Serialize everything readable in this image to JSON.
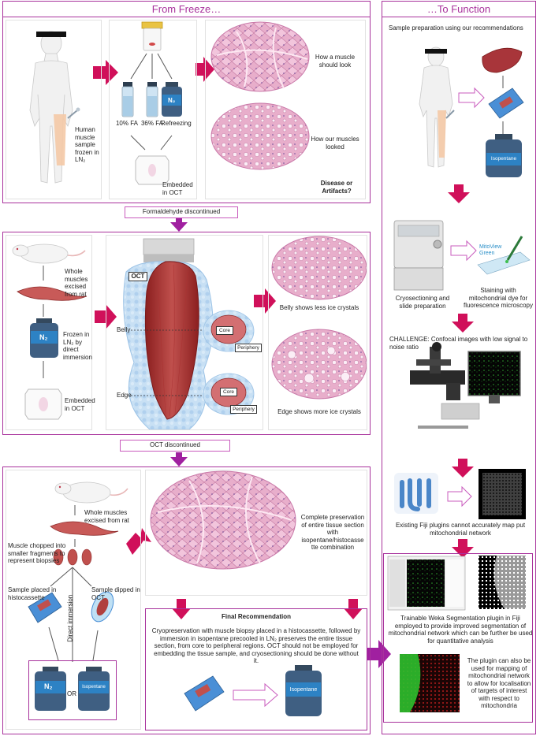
{
  "headers": {
    "left_title": "From Freeze…",
    "right_title": "…To Function"
  },
  "row1": {
    "human_label": "Human muscle sample frozen in LN₂",
    "fa10": "10% FA",
    "fa36": "36% FA",
    "refreezing": "Refreezing",
    "embedded_oct": "Embedded in OCT",
    "n2_badge": "N₂",
    "look_label": "How a muscle should look",
    "looked_label": "How our muscles looked",
    "question": "Disease or Artifacts?"
  },
  "connector1": "Formaldehyde discontinued",
  "row2": {
    "rat_label": "Whole muscles excised from rat",
    "frozen_label": "Frozen in LN₂ by direct immersion",
    "n2_badge": "N₂",
    "embedded_oct": "Embedded in OCT",
    "oct_tag": "OCT",
    "belly": "Belly",
    "edge": "Edge",
    "core": "Core",
    "periphery": "Periphery",
    "belly_result": "Belly shows less ice crystals",
    "edge_result": "Edge shows more ice crystals"
  },
  "connector2": "OCT discontinued",
  "row3": {
    "rat_label": "Whole muscles excised from rat",
    "chopped_label": "Muscle chopped into smaller fragments to represent biopsies",
    "histo_label": "Sample placed in histocassette",
    "dipped_label": "Sample dipped in OCT",
    "direct_immersion": "Direct immersion",
    "n2_badge": "N₂",
    "or": "OR",
    "isopentane": "Isopentane",
    "preservation": "Complete preservation of entire tissue section with isopentane/histocasse tte combination",
    "final_title": "Final Recommendation",
    "final_text": "Cryopreservation with muscle biopsy placed in a histocassette, followed by immersion in isopentane precooled in LN₂ preserves the entire tissue section, from core to peripheral regions. OCT should not be employed for embedding the tissue sample, and cryosectioning should be done without it."
  },
  "right": {
    "prep_title": "Sample preparation using our recommendations",
    "isopentane": "Isopentane",
    "cryosectioning": "Cryosectioning and slide preparation",
    "staining": "Staining with mitochondrial dye for fluorescence microscopy",
    "mitoview": "MitoView Green",
    "challenge": "CHALLENGE: Confocal images with low signal to noise ratio",
    "fiji_text": "Existing Fiji plugins cannot accurately map put mitochondrial network",
    "weka_text": "Trainable Weka Segmentation plugin in Fiji employed to provide improved segmentation of mitochondrial network which can be further be used for quantitative analysis",
    "plugin_text": "The plugin can also be used for mapping of mitochondrial network to allow for localisation of targets of interest with respect to mitochondria"
  },
  "colors": {
    "accent": "#a8329c",
    "arrow_red": "#d0105a",
    "tissue": "#e6a8c8",
    "container_blue": "#3f5f82"
  }
}
